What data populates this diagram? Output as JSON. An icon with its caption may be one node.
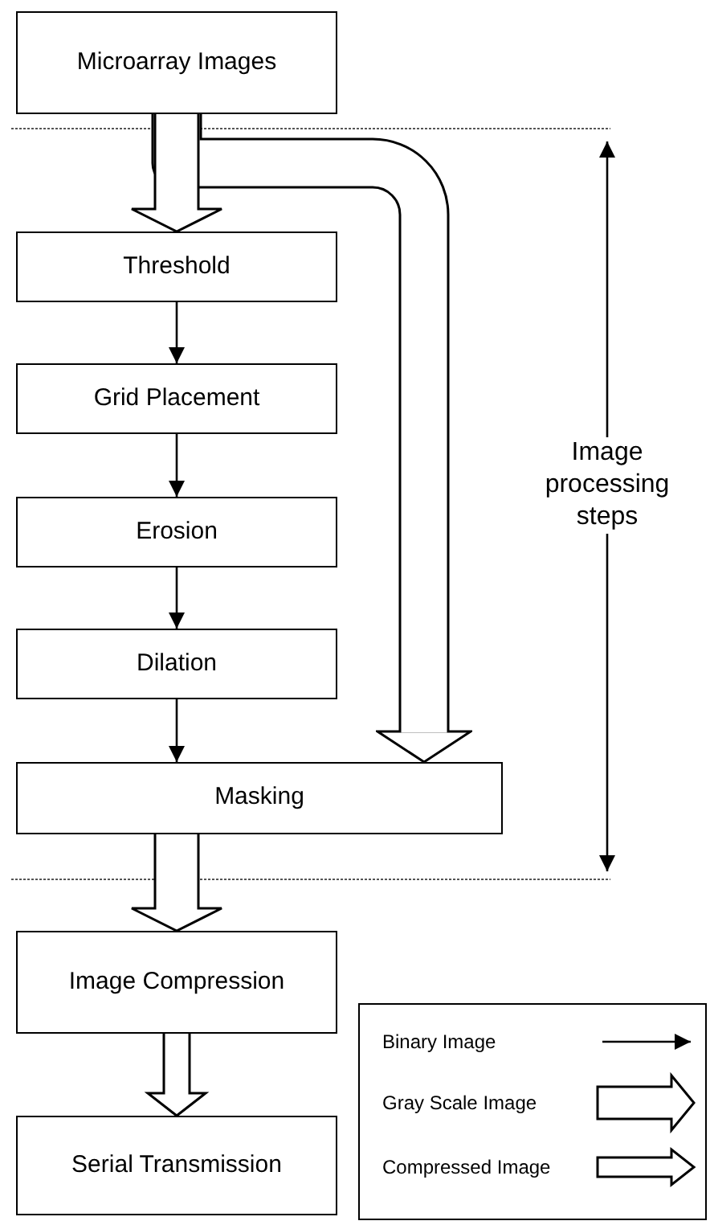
{
  "diagram": {
    "nodes": [
      {
        "text": [
          "Microarray Images"
        ]
      },
      {
        "text": [
          "Threshold"
        ]
      },
      {
        "text": [
          "Grid Placement"
        ]
      },
      {
        "text": [
          "Erosion"
        ]
      },
      {
        "text": [
          "Dilation"
        ]
      },
      {
        "text": [
          "Masking"
        ]
      },
      {
        "text": [
          "Image Compression"
        ]
      },
      {
        "text": [
          "Serial Transmission"
        ]
      }
    ],
    "edges": [
      {
        "from": 0,
        "to": 1,
        "arrow": "to",
        "style": "thick"
      },
      {
        "from": 0,
        "to": 5,
        "arrow": "to",
        "style": "thick"
      },
      {
        "from": 1,
        "to": 2,
        "arrow": "to"
      },
      {
        "from": 2,
        "to": 3,
        "arrow": "to"
      },
      {
        "from": 3,
        "to": 4,
        "arrow": "to"
      },
      {
        "from": 4,
        "to": 5,
        "arrow": "to"
      },
      {
        "from": 5,
        "to": 6,
        "arrow": "to",
        "style": "thick"
      },
      {
        "from": 6,
        "to": 7,
        "arrow": "to",
        "style": "thick"
      }
    ],
    "labels": [
      "Image processing steps"
    ],
    "legend": [
      {
        "text": "Binary Image"
      },
      {
        "text": "Gray Scale Image"
      },
      {
        "text": "Compressed Image"
      }
    ]
  }
}
